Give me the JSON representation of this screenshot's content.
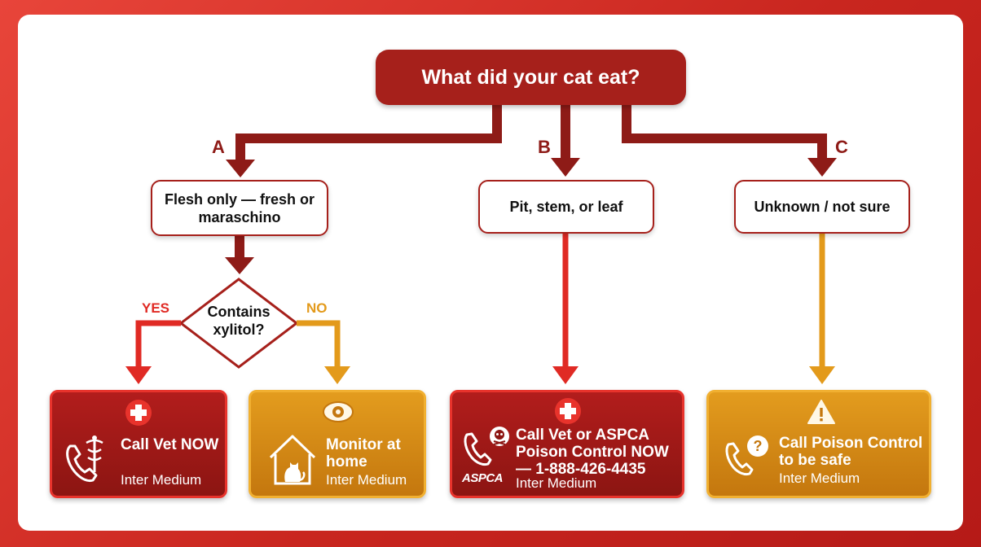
{
  "title": "What did your cat eat?",
  "branches": [
    {
      "letter": "A",
      "label": "Flesh only — fresh or maraschino"
    },
    {
      "letter": "B",
      "label": "Pit, stem, or leaf"
    },
    {
      "letter": "C",
      "label": "Unknown / not sure"
    }
  ],
  "decision": {
    "question": "Contains xylitol?",
    "yes": "YES",
    "no": "NO"
  },
  "outcomes": [
    {
      "text": "Call Vet NOW",
      "font_note": "Inter Medium",
      "color": "#a91b1a",
      "icon": "caduceus-phone-icon"
    },
    {
      "text": "Monitor at home",
      "font_note": "Inter Medium",
      "color": "#d68a16",
      "icon": "house-cat-icon"
    },
    {
      "text": "Call Vet or ASPCA Poison Control NOW — 1-888-426-4435",
      "font_note": "Inter Medium",
      "color": "#a91b1a",
      "icon": "poison-phone-icon",
      "logo": "ASPCA"
    },
    {
      "text": "Call Poison Control to be safe",
      "font_note": "Inter Medium",
      "color": "#d68a16",
      "icon": "question-phone-icon"
    }
  ],
  "colors": {
    "dark_red": "#8e1b17",
    "red": "#e02a24",
    "orange": "#e39a1b",
    "background": "#d6302a"
  }
}
